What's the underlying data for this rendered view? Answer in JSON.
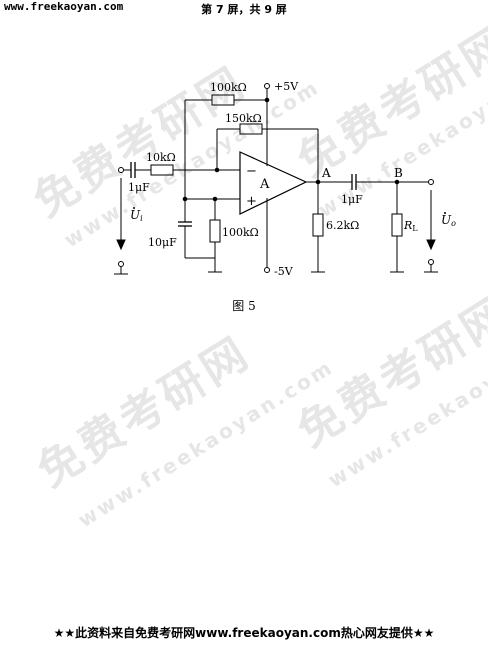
{
  "header": {
    "site_url": "www.freekaoyan.com",
    "page_indicator": "第 7 屏，共 9 屏"
  },
  "watermark": {
    "text_cn": "免费考研网",
    "text_en": "www.freekaoyan.com"
  },
  "circuit": {
    "labels": {
      "r_100k_top": "100kΩ",
      "vcc_pos": "+5V",
      "r_150k": "150kΩ",
      "r_10k": "10kΩ",
      "c_in": "1μF",
      "minus_input": "−",
      "plus_input": "+",
      "opamp": "A",
      "node_a": "A",
      "node_b": "B",
      "c_out": "1μF",
      "c_10u": "10μF",
      "r_100k_bottom": "100kΩ",
      "r_6_2k": "6.2kΩ",
      "r_load": "R",
      "r_load_sub": "L",
      "u_in": "U",
      "u_in_sub": "i",
      "u_out": "U",
      "u_out_sub": "o",
      "vcc_neg": "-5V"
    }
  },
  "figure": {
    "caption": "图 5"
  },
  "footer": {
    "text": "★★此资料来自免费考研网www.freekaoyan.com热心网友提供★★"
  }
}
